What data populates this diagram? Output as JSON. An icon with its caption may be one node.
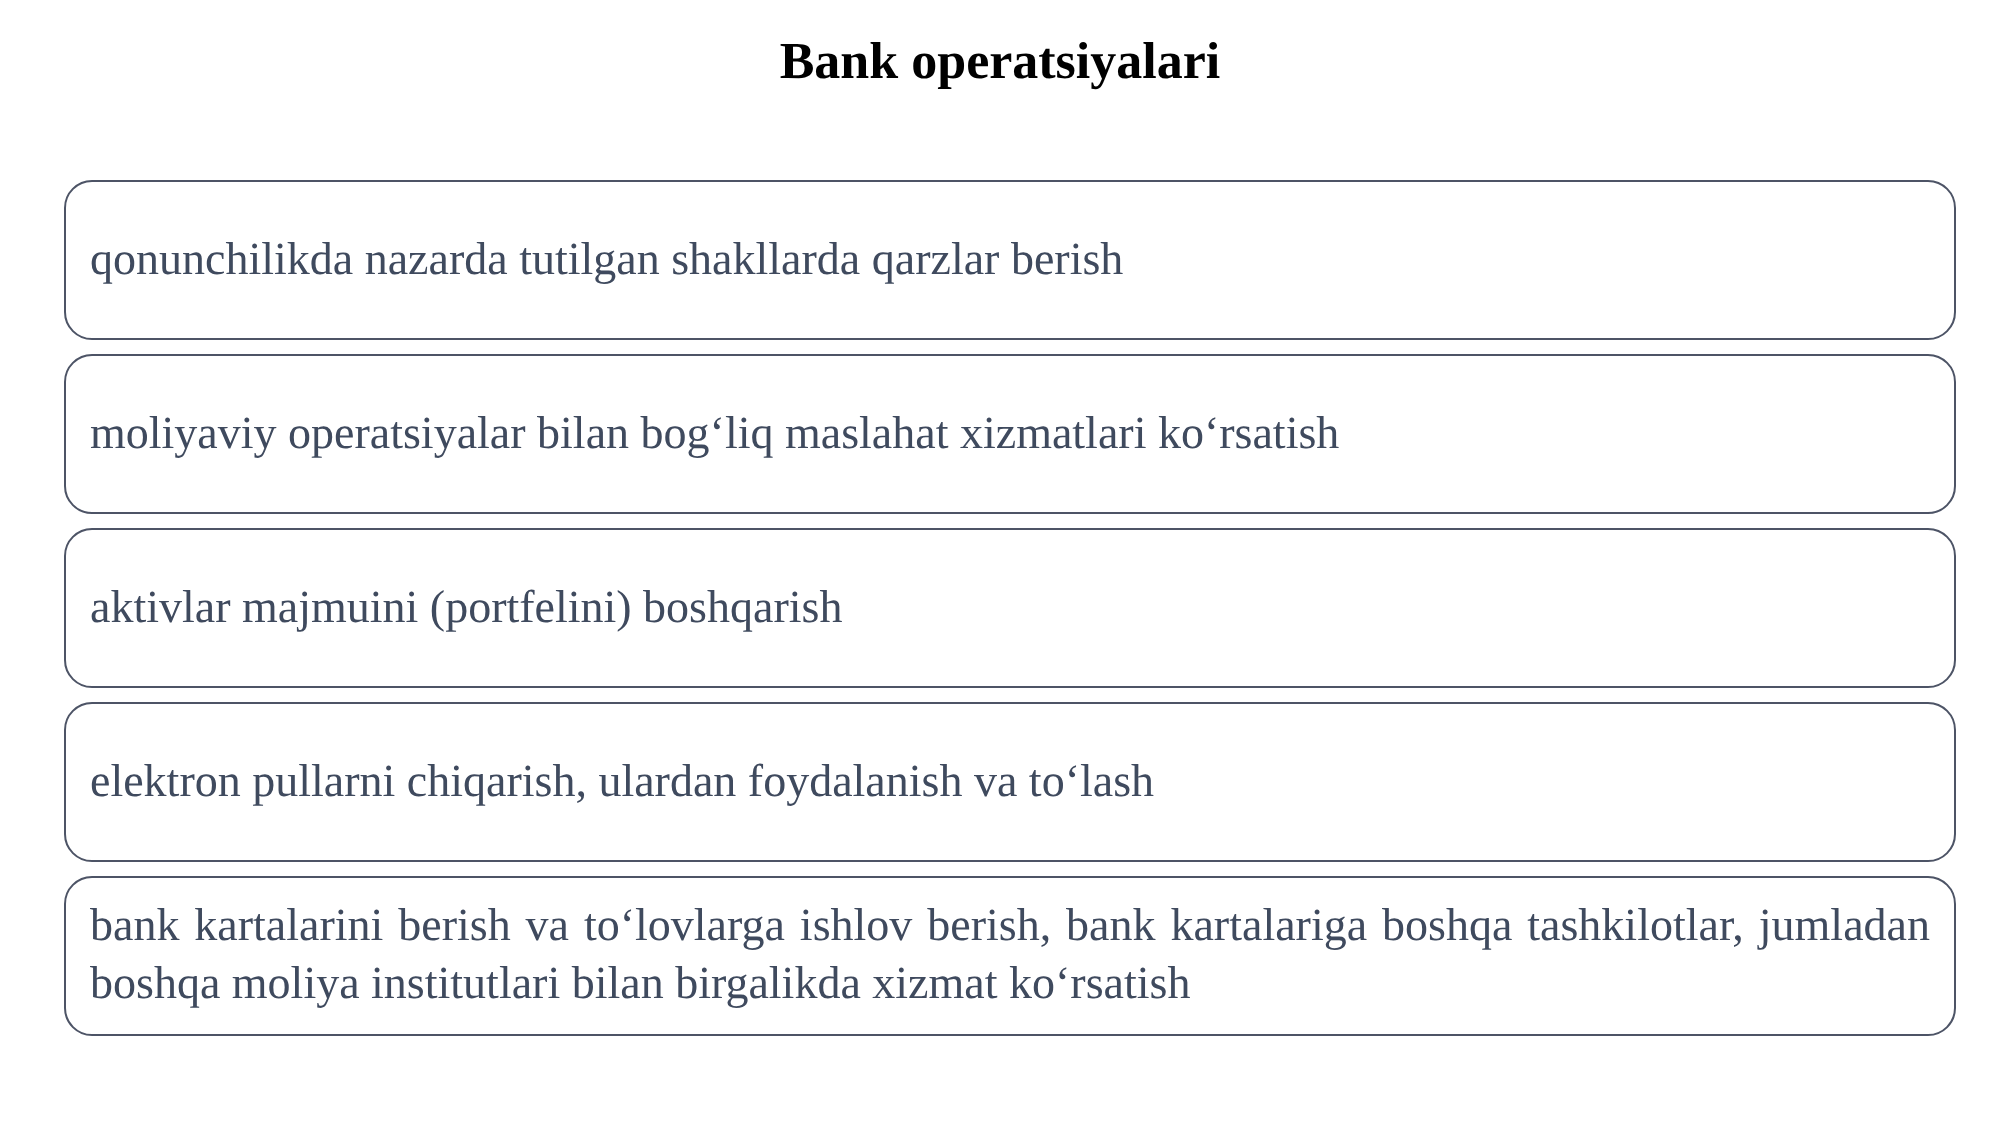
{
  "diagram": {
    "title": "Bank operatsiyalari",
    "nodes": [
      {
        "text": [
          "qonunchilikda nazarda tutilgan shakllarda qarzlar berish"
        ]
      },
      {
        "text": [
          "moliyaviy operatsiyalar bilan bog‘liq maslahat xizmatlari ko‘rsatish"
        ]
      },
      {
        "text": [
          "aktivlar majmuini (portfelini) boshqarish"
        ]
      },
      {
        "text": [
          "elektron pullarni chiqarish, ulardan foydalanish va to‘lash"
        ]
      },
      {
        "text": [
          "bank kartalarini berish va to‘lovlarga ishlov berish, bank kartalariga boshqa tashkilotlar, jumladan boshqa moliya institutlari bilan birgalikda xizmat ko‘rsatish"
        ]
      }
    ]
  }
}
